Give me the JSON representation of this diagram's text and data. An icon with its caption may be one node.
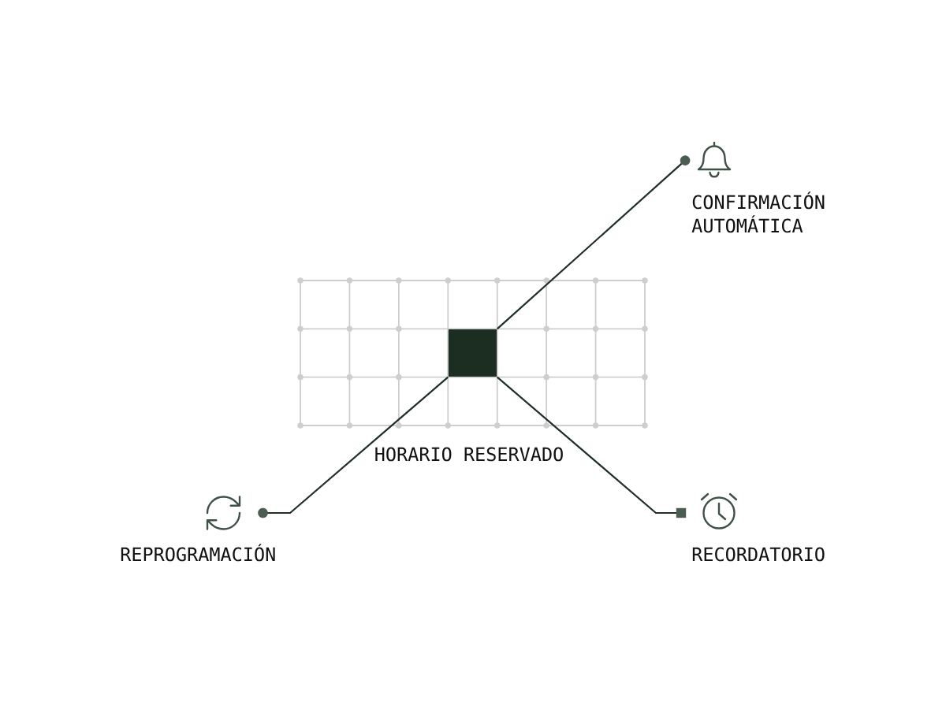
{
  "diagram": {
    "nodes": [
      {
        "text": [],
        "shape": "picture",
        "beside": [
          "CONFIRMACIÓN AUTOMÁTICA"
        ]
      },
      {
        "text": [],
        "shape": "box",
        "beside": [
          "HORARIO RESERVADO"
        ]
      },
      {
        "text": [],
        "shape": "picture",
        "beside": [
          "REPROGRAMACIÓN"
        ]
      },
      {
        "text": [],
        "shape": "picture",
        "beside": [
          "RECORDATORIO"
        ]
      }
    ],
    "edges": [
      {
        "from": 1,
        "to": 0,
        "arrow": "other"
      },
      {
        "from": 1,
        "to": 2,
        "arrow": "other"
      },
      {
        "from": 1,
        "to": 3,
        "arrow": "other"
      }
    ]
  }
}
